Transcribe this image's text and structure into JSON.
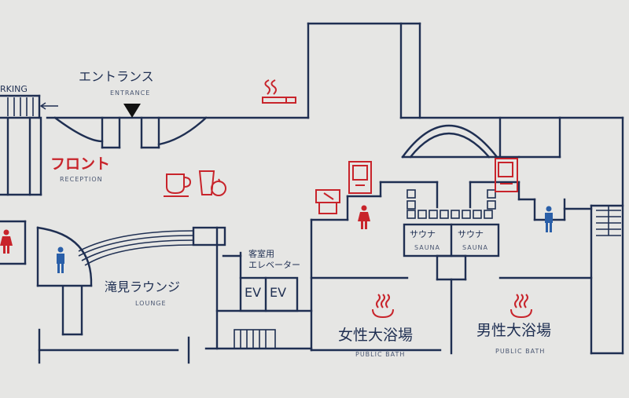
{
  "colors": {
    "walls": "#1f2f52",
    "accent_red": "#c8242b",
    "accent_blue": "#2a5fa8",
    "background": "#e6e6e4"
  },
  "labels": {
    "parking": "RKING",
    "entrance_jp": "エントランス",
    "entrance_en": "ENTRANCE",
    "front_jp": "フロント",
    "front_en": "RECEPTION",
    "lounge_jp": "滝見ラウンジ",
    "lounge_en": "LOUNGE",
    "guest_elevator_1": "客室用",
    "guest_elevator_2": "エレベーター",
    "ev_1": "EV",
    "ev_2": "EV",
    "sauna_1_jp": "サウナ",
    "sauna_1_en": "SAUNA",
    "sauna_2_jp": "サウナ",
    "sauna_2_en": "SAUNA",
    "women_bath_jp": "女性大浴場",
    "women_bath_en": "PUBLIC BATH",
    "men_bath_jp": "男性大浴場",
    "men_bath_en": "PUBLIC BATH"
  },
  "icons": [
    "arrow-left-icon",
    "entrance-marker-icon",
    "smoking-icon",
    "cafe-cup-icon",
    "drink-fruit-icon",
    "vending-machine-icon",
    "water-dispenser-icon",
    "female-toilet-icon",
    "male-toilet-icon",
    "hot-spring-icon"
  ]
}
